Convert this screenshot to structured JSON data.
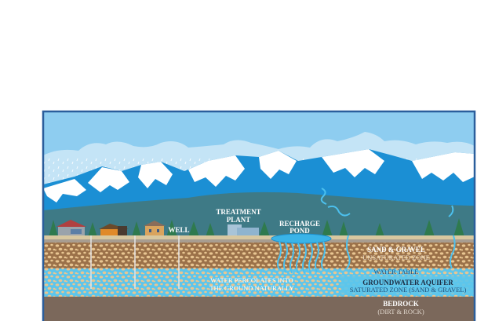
{
  "labels": {
    "well": "WELL",
    "treatment_plant_line1": "TREATMENT",
    "treatment_plant_line2": "PLANT",
    "recharge_pond_line1": "RECHARGE",
    "recharge_pond_line2": "POND",
    "percolates_line1": "WATER PERCOLATES INTO",
    "percolates_line2": "THE GROUND NATURALLY",
    "sand_gravel": "SAND & GRAVEL",
    "unsaturated_zone": "UNSATURATED ZONE",
    "water_table": "WATER TABLE",
    "groundwater_aquifer": "GROUNDWATER AQUIFER",
    "saturated_zone": "SATURATED ZONE (SAND & GRAVEL)",
    "bedrock": "BEDROCK",
    "bedrock_sub": "(DIRT & ROCK)"
  },
  "colors": {
    "frame": "#2b5e9c",
    "sky": "#8ecdf0",
    "cloud": "#c4e4f6",
    "mountain": "#1b8fd4",
    "snow": "#ffffff",
    "forest": "#3e7a86",
    "soil": "#9b7149",
    "aquifer": "#5cc5ec",
    "bedrock": "#7b685b",
    "pebble": "#e8c591"
  }
}
